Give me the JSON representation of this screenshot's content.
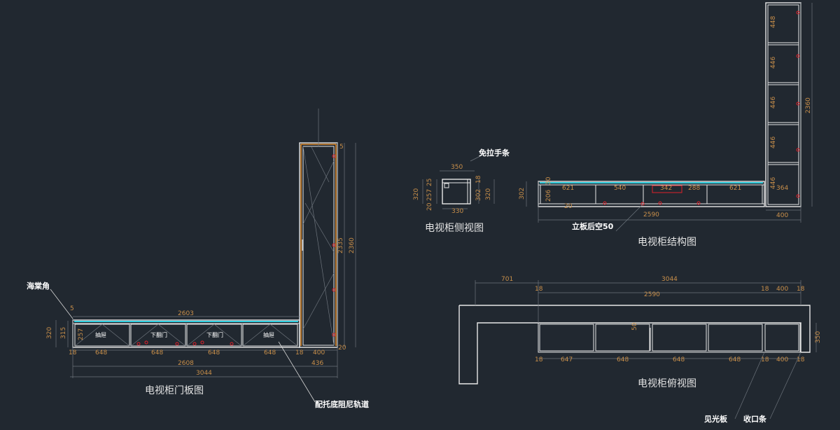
{
  "views": {
    "door": {
      "title": "电视柜门板图",
      "dims": {
        "top": "2603",
        "mid": "2608",
        "total": "3044",
        "right_total": "436",
        "h320": "320",
        "h315": "315",
        "h257": "257",
        "d5": "5",
        "d18a": "18",
        "d18b": "18",
        "p1": "648",
        "p2": "648",
        "p3": "648",
        "p4": "648",
        "tall_w": "400",
        "tall_h1": "2335",
        "tall_h2": "2360",
        "tall_top": "5",
        "tall_bot": "20"
      },
      "labels": {
        "drawer1": "抽屉",
        "flap1": "下翻门",
        "flap2": "下翻门",
        "drawer2": "抽屉"
      },
      "callouts": {
        "corner": "海棠角",
        "rail": "配托底阻尼轨道"
      }
    },
    "side": {
      "title": "电视柜侧视图",
      "dims": {
        "w350": "350",
        "w330": "330",
        "h320a": "320",
        "h320b": "320",
        "d25": "25",
        "d257": "257",
        "d20": "20",
        "d302": "302",
        "d18": "18"
      },
      "callouts": {
        "handle": "免拉手条"
      }
    },
    "structure": {
      "title": "电视柜结构图",
      "dims": {
        "c1": "621",
        "c2": "540",
        "c3": "342",
        "c4": "288",
        "c5": "621",
        "c6": "364",
        "total": "2590",
        "depth": "400",
        "h302": "302",
        "h206": "206",
        "d20": "20",
        "d30": "30",
        "t1": "448",
        "t2": "446",
        "t3": "446",
        "t4": "446",
        "t5": "446",
        "height": "2360"
      },
      "callouts": {
        "gap": "立板后空50"
      }
    },
    "top": {
      "title": "电视柜俯视图",
      "dims": {
        "left": "701",
        "total": "3044",
        "inner": "2590",
        "d18a": "18",
        "d18b": "18",
        "d18c": "18",
        "d18d": "18",
        "d18e": "18",
        "d18f": "18",
        "w400a": "400",
        "w400b": "400",
        "b1": "647",
        "b2": "648",
        "b3": "648",
        "b4": "648",
        "depth": "350",
        "d50": "50"
      },
      "callouts": {
        "panel": "见光板",
        "trim": "收口条"
      }
    }
  }
}
